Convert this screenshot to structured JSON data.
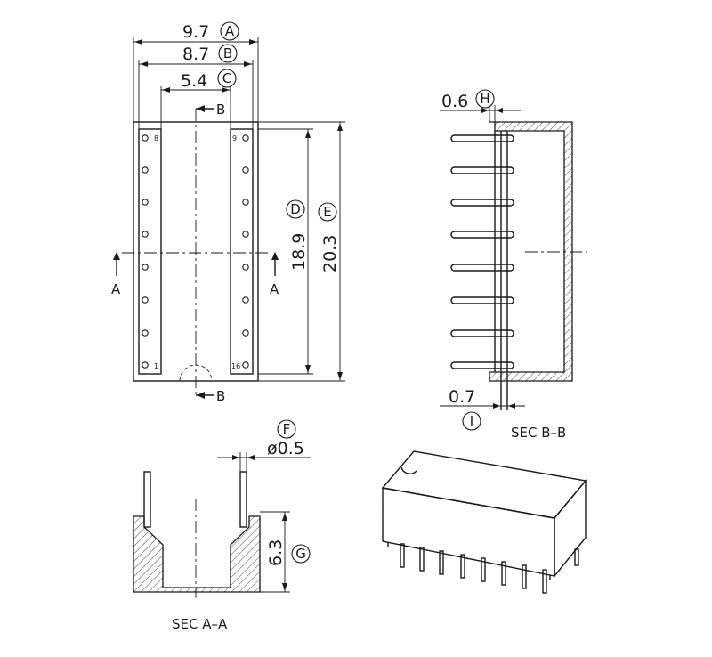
{
  "dimensions": {
    "a": "9.7",
    "b": "8.7",
    "c": "5.4",
    "d": "18.9",
    "e": "20.3",
    "f": "ø0.5",
    "g": "6.3",
    "h": "0.6",
    "i": "0.7"
  },
  "callouts": {
    "a": "A",
    "b": "B",
    "c": "C",
    "d": "D",
    "e": "E",
    "f": "F",
    "g": "G",
    "h": "H",
    "i": "I"
  },
  "section_marks": {
    "a": "A",
    "b": "B"
  },
  "pin_numbers": {
    "top_left": "8",
    "top_right": "9",
    "bottom_left": "1",
    "bottom_right": "16"
  },
  "section_titles": {
    "b_b": "SEC B–B",
    "a_a": "SEC A–A"
  },
  "colors": {
    "line": "#1a1a1a",
    "background": "#ffffff"
  }
}
